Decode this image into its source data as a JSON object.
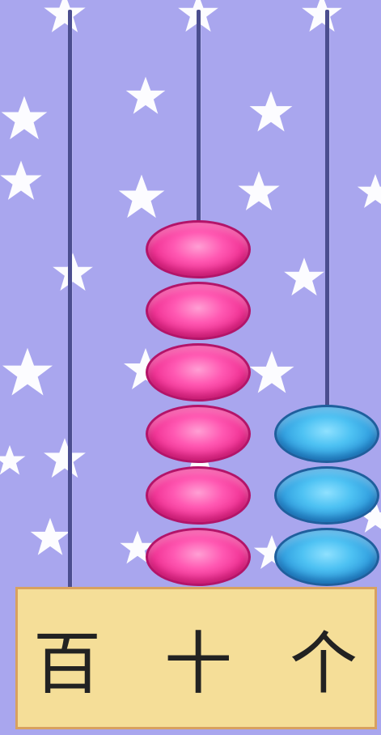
{
  "abacus": {
    "places": [
      {
        "label": "百",
        "beads": 0,
        "bead_color": "#ee2b8f"
      },
      {
        "label": "十",
        "beads": 6,
        "bead_color": "#ee2b8f"
      },
      {
        "label": "个",
        "beads": 3,
        "bead_color": "#2b97db"
      }
    ]
  },
  "colors": {
    "background": "#a9a6ee",
    "star": "#ffffff",
    "base": "#f5de98",
    "rod": "#4b4e8f"
  }
}
